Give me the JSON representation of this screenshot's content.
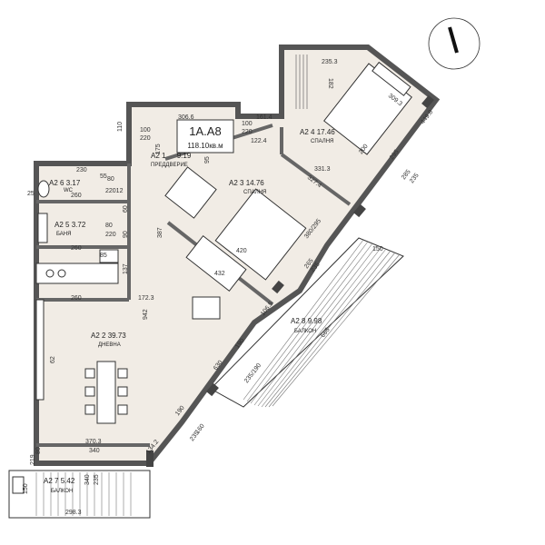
{
  "unit": {
    "code": "1A.A8",
    "area": "118.10кв.м"
  },
  "rooms": [
    {
      "id": "r1",
      "label": "A2 1",
      "area": "9.19",
      "name": "ПРЕДДВЕРИЕ"
    },
    {
      "id": "r2",
      "label": "A2 2",
      "area": "39.73",
      "name": "ДНЕВНА"
    },
    {
      "id": "r3",
      "label": "A2 3",
      "area": "14.76",
      "name": "СПАЛНЯ"
    },
    {
      "id": "r4",
      "label": "A2 4",
      "area": "17.46",
      "name": "СПАЛНЯ"
    },
    {
      "id": "r5",
      "label": "A2 5",
      "area": "3.72",
      "name": "БАНЯ"
    },
    {
      "id": "r6",
      "label": "A2 6",
      "area": "3.17",
      "name": "WC"
    },
    {
      "id": "r7",
      "label": "A2 7",
      "area": "5.42",
      "name": "БАЛКОН"
    },
    {
      "id": "r8",
      "label": "A2 8",
      "area": "9.98",
      "name": "БАЛКОН"
    }
  ],
  "dimensions": {
    "d_306_6": "306.6",
    "d_161_4": "161.4",
    "d_235_3": "235.3",
    "d_309_3": "309.3",
    "d_122_4": "122.4",
    "d_182": "182",
    "d_110": "110",
    "d_100a": "100",
    "d_220a": "220",
    "d_100b": "100",
    "d_220b": "220",
    "d_175": "175",
    "d_230": "230",
    "d_80a": "80",
    "d_220c": "220",
    "d_260a": "260",
    "d_80b": "80",
    "d_220d": "220",
    "d_260b": "260",
    "d_85": "85",
    "d_60": "60",
    "d_90": "90",
    "d_137": "137",
    "d_387": "387",
    "d_260c": "260",
    "d_172_3": "172.3",
    "d_942": "942",
    "d_420": "420",
    "d_432": "432",
    "d_327_4": "327.4",
    "d_331_3": "331.3",
    "d_380_295": "380/295",
    "d_150": "150",
    "d_265a": "265",
    "d_235a": "235",
    "d_665": "665",
    "d_285": "285",
    "d_235b": "235",
    "d_200": "200",
    "d_295": "295",
    "d_449_8": "449.8",
    "d_80c": "80",
    "d_219": "219",
    "d_370_3": "370.3",
    "d_340a": "340",
    "d_219b": "219",
    "d_80d": "80",
    "d_340b": "340",
    "d_235c": "235",
    "d_298_3": "298.3",
    "d_150b": "150",
    "d_190a": "190",
    "d_190b": "190",
    "d_235_190": "235/190",
    "d_160": "160",
    "d_235d": "235",
    "d_630": "630",
    "d_106_5": "106.5",
    "d_62": "62",
    "d_90b": "90",
    "d_95": "95",
    "d_160b": "160",
    "d_25": "25",
    "d_220_12": "22012",
    "d_55": "55",
    "d_134_2": "134.2"
  },
  "north_arrow": "north-arrow-icon"
}
